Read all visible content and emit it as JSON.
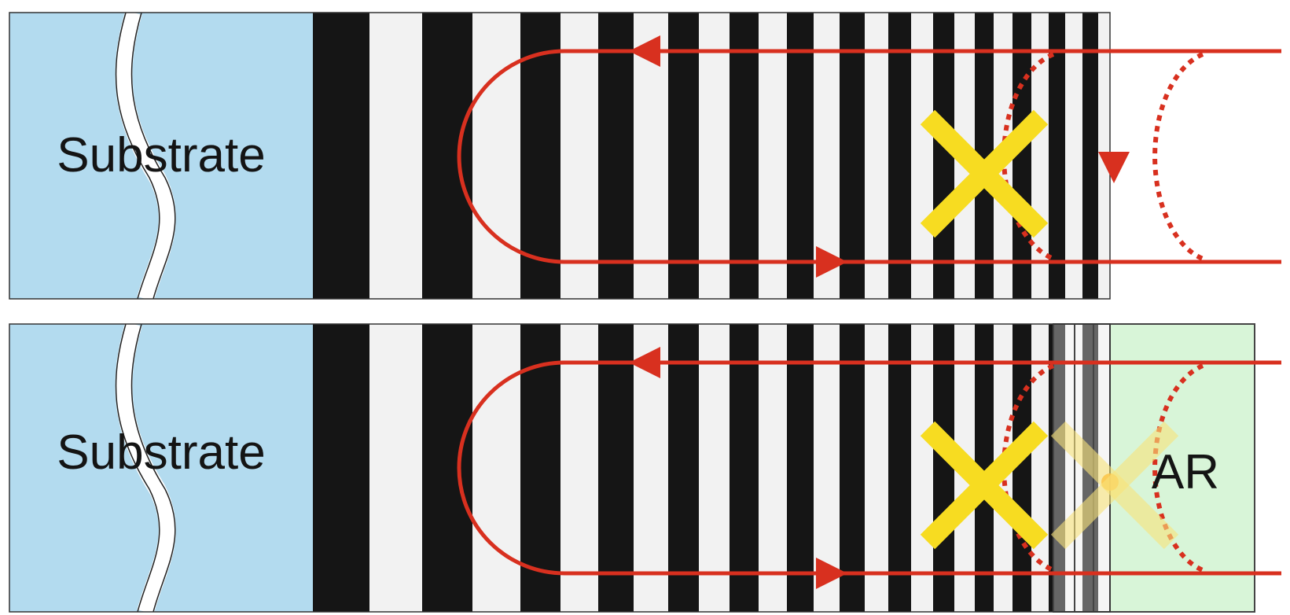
{
  "panels": [
    {
      "substrate_label": "Substrate",
      "ar_label": "",
      "has_ar_coating": false
    },
    {
      "substrate_label": "Substrate",
      "ar_label": "AR",
      "has_ar_coating": true
    }
  ],
  "colors": {
    "substrate": "#b3dbef",
    "dark_layer": "#151515",
    "light_layer": "#f2f2f2",
    "ar_coating": "#d8f5d8",
    "ray": "#d8301f",
    "cross": "#f7dc21",
    "cross_faded": "#f9e27a",
    "outline": "#444444"
  }
}
